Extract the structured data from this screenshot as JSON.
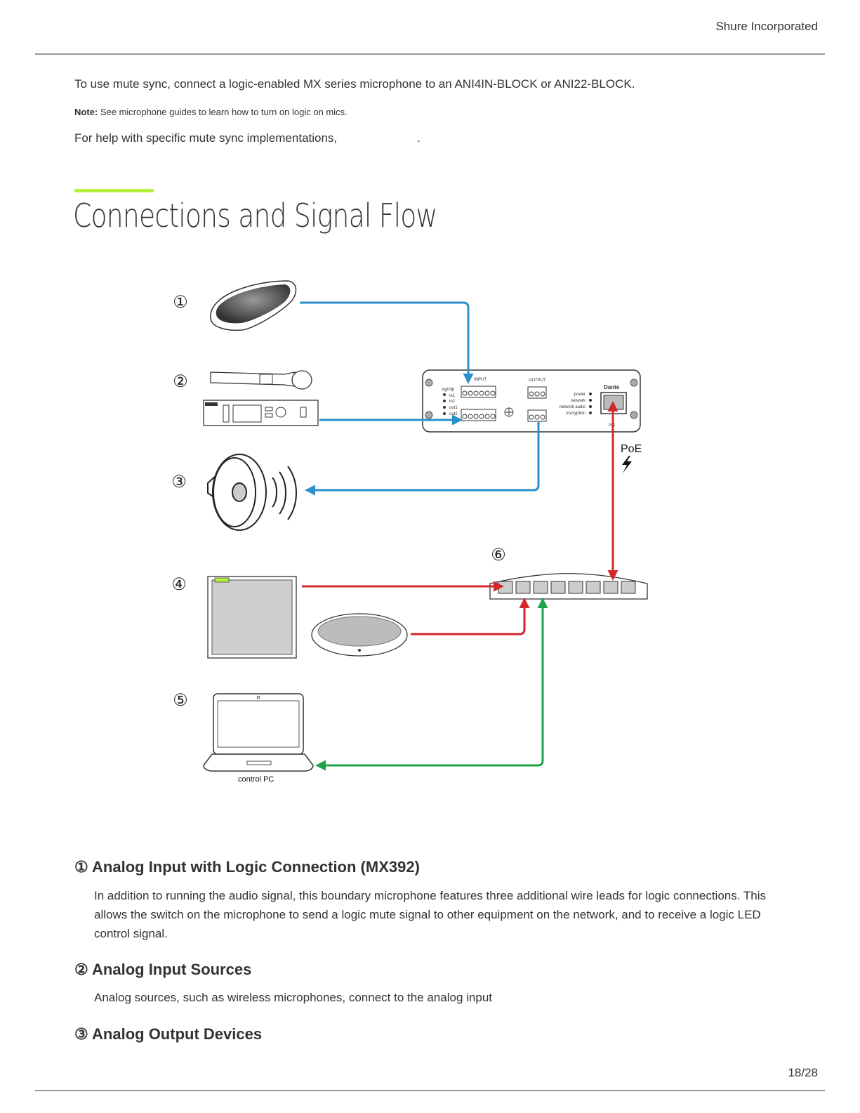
{
  "header": {
    "company": "Shure Incorporated"
  },
  "intro": {
    "line1": "To use mute sync, connect a logic-enabled MX series microphone to an ANI4IN-BLOCK or ANI22-BLOCK.",
    "note_label": "Note:",
    "note_text": " See microphone guides to learn how to turn on logic on mics.",
    "help": "For help with specific mute sync implementations,",
    "help_end": "."
  },
  "section": {
    "title": "Connections and Signal Flow",
    "accent_color": "#b5f23d"
  },
  "diagram": {
    "markers": [
      "①",
      "②",
      "③",
      "④",
      "⑤",
      "⑥"
    ],
    "device": {
      "input_label": "INPUT",
      "output_label": "OUTPUT",
      "sig_clip": "sig/clip",
      "in1": "in1",
      "in2": "in2",
      "out1": "out1",
      "out2": "out2",
      "status": [
        "power",
        "network",
        "network audio",
        "encryption"
      ],
      "brand": "Dante",
      "port_label": "PoE"
    },
    "poe_label": "PoE",
    "control_pc_label": "control PC",
    "colors": {
      "analog": "#2b8fcc",
      "network": "#d3272b",
      "control": "#1fa34a"
    }
  },
  "items": [
    {
      "marker": "①",
      "title": "Analog Input with Logic Connection (MX392)",
      "text": "In addition to running the audio signal, this boundary microphone features three additional wire leads for logic connections. This allows the switch on the microphone to send a logic mute signal to other equipment on the network, and to receive a logic LED control signal."
    },
    {
      "marker": "②",
      "title": "Analog Input Sources",
      "text": "Analog sources, such as wireless microphones, connect to the analog input"
    },
    {
      "marker": "③",
      "title": "Analog Output Devices"
    }
  ],
  "footer": {
    "page": "18/28"
  }
}
